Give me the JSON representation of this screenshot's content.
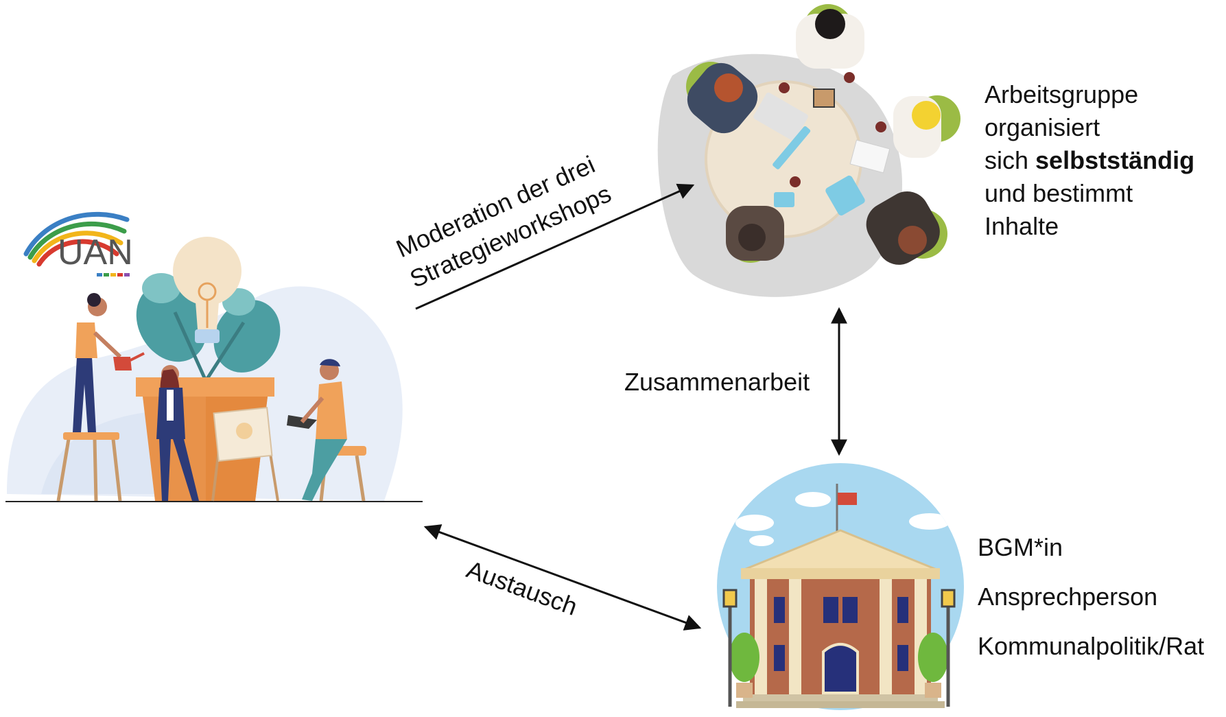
{
  "logo": {
    "text": "UAN"
  },
  "edges": {
    "moderation": {
      "line1": "Moderation der drei",
      "line2": "Strategieworkshops"
    },
    "zusammenarbeit": "Zusammenarbeit",
    "austausch": "Austausch"
  },
  "arbeitsgruppe": {
    "line1": "Arbeitsgruppe",
    "line2": "organisiert",
    "line3_prefix": "sich ",
    "line3_bold": "selbstständig",
    "line4": "und bestimmt",
    "line5": "Inhalte"
  },
  "gemeinde": {
    "items": [
      "BGM*in",
      "Ansprechperson",
      "Kommunalpolitik/Rat"
    ]
  },
  "colors": {
    "logo_arc_1": "#3a7fc4",
    "logo_arc_2": "#3c9d4a",
    "logo_arc_3": "#f2b51a",
    "logo_arc_4": "#d83a2f",
    "accent_orange": "#e8924a",
    "leaf_teal": "#4c9ea2",
    "navy": "#2d3b78",
    "sky": "#a9d8f0",
    "brick": "#b5694a"
  }
}
